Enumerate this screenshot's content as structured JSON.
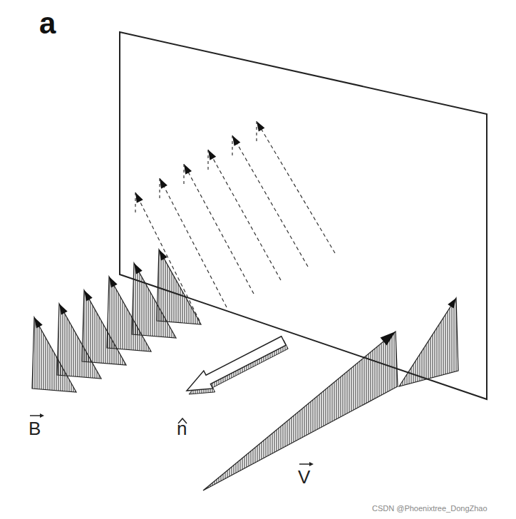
{
  "diagram": {
    "labels": [
      "a",
      "B",
      "n",
      "V",
      "CSDN @Phoenixtree_DongZhao"
    ]
  }
}
